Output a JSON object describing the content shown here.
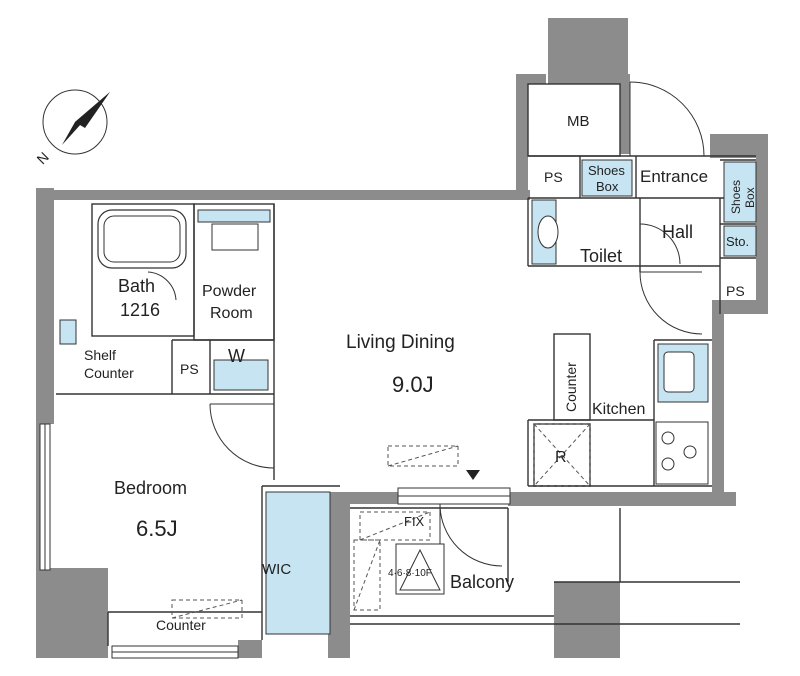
{
  "compass": {
    "north_label": "N"
  },
  "rooms": {
    "mb": "MB",
    "ps_top": "PS",
    "shoes_box_1a": "Shoes",
    "shoes_box_1b": "Box",
    "entrance": "Entrance",
    "shoes_box_2a": "Shoes",
    "shoes_box_2b": "Box",
    "hall": "Hall",
    "storage": "Sto.",
    "toilet": "Toilet",
    "ps_right": "PS",
    "bath": "Bath",
    "bath_size": "1216",
    "powder_room_a": "Powder",
    "powder_room_b": "Room",
    "washer": "W",
    "shelf_counter_a": "Shelf",
    "shelf_counter_b": "Counter",
    "ps_left": "PS",
    "living_dining": "Living Dining",
    "living_size": "9.0J",
    "counter_vertical": "Counter",
    "kitchen": "Kitchen",
    "fridge": "R",
    "bedroom": "Bedroom",
    "bedroom_size": "6.5J",
    "wic": "WIC",
    "fix": "FIX",
    "floors": "4·6·8·10F",
    "balcony": "Balcony",
    "counter_bottom": "Counter"
  },
  "colors": {
    "wall": "#8c8c8c",
    "fixture_fill": "#c6e4f2",
    "line": "#333333",
    "dashed": "#555555"
  }
}
